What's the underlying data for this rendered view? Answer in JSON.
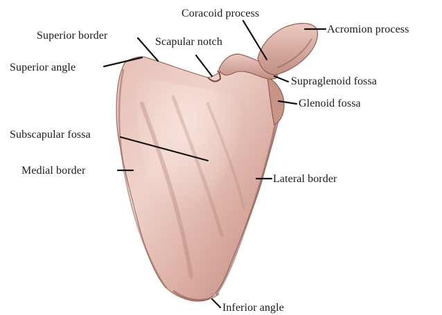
{
  "labels": {
    "coracoid_process": "Coracoid process",
    "acromion_process": "Acromion process",
    "superior_border": "Superior  border",
    "scapular_notch": "Scapular notch",
    "superior_angle": "Superior angle",
    "supraglenoid_fossa": "Supraglenoid fossa",
    "glenoid_fossa": "Glenoid fossa",
    "subscapular_fossa": "Subscapular fossa",
    "medial_border": "Medial  border",
    "lateral_border": "Lateral border",
    "inferior_angle": "Inferior angle"
  },
  "colors": {
    "bone_base": "#d9aca2",
    "bone_light": "#f0d7cf",
    "bone_shadow": "#a97568",
    "leader_line": "#111111",
    "text": "#1a1a1a"
  }
}
